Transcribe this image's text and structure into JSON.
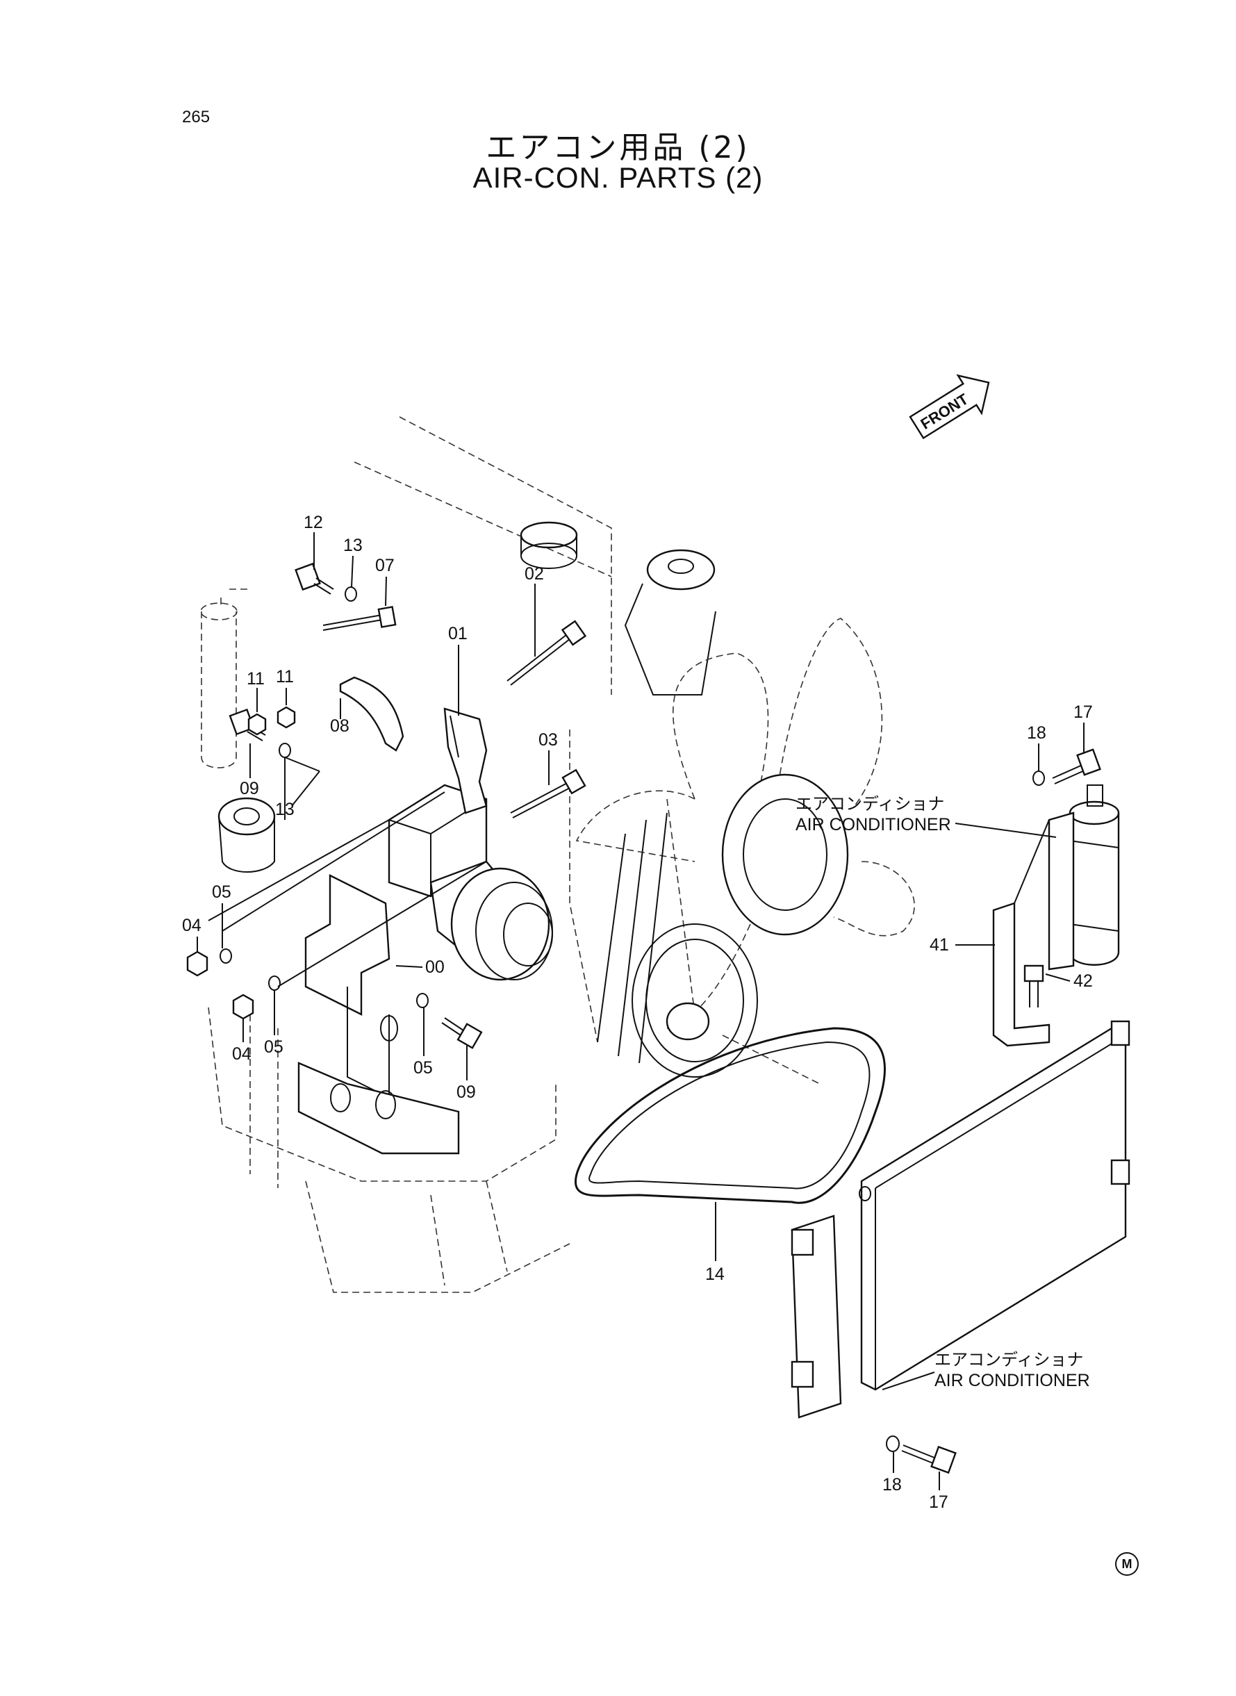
{
  "header": {
    "page_number": "265",
    "title_jp": "エアコン用品 (2)",
    "title_en": "AIR-CON. PARTS (2)"
  },
  "front_label": "FRONT",
  "mark_symbol": "M",
  "callouts": [
    {
      "id": "c12",
      "text": "12"
    },
    {
      "id": "c13a",
      "text": "13"
    },
    {
      "id": "c07",
      "text": "07"
    },
    {
      "id": "c02",
      "text": "02"
    },
    {
      "id": "c11a",
      "text": "11"
    },
    {
      "id": "c11b",
      "text": "11"
    },
    {
      "id": "c01",
      "text": "01"
    },
    {
      "id": "c08",
      "text": "08"
    },
    {
      "id": "c03",
      "text": "03"
    },
    {
      "id": "c09a",
      "text": "09"
    },
    {
      "id": "c13b",
      "text": "13"
    },
    {
      "id": "c05a",
      "text": "05"
    },
    {
      "id": "c04a",
      "text": "04"
    },
    {
      "id": "c00",
      "text": "00"
    },
    {
      "id": "c04b",
      "text": "04"
    },
    {
      "id": "c05b",
      "text": "05"
    },
    {
      "id": "c05c",
      "text": "05"
    },
    {
      "id": "c09b",
      "text": "09"
    },
    {
      "id": "c14",
      "text": "14"
    },
    {
      "id": "c17a",
      "text": "17"
    },
    {
      "id": "c18a",
      "text": "18"
    },
    {
      "id": "c41",
      "text": "41"
    },
    {
      "id": "c42",
      "text": "42"
    },
    {
      "id": "c18b",
      "text": "18"
    },
    {
      "id": "c17b",
      "text": "17"
    }
  ],
  "notes": [
    {
      "jp": "エアコンディショナ",
      "en": "AIR CONDITIONER"
    },
    {
      "jp": "エアコンディショナ",
      "en": "AIR CONDITIONER"
    }
  ]
}
